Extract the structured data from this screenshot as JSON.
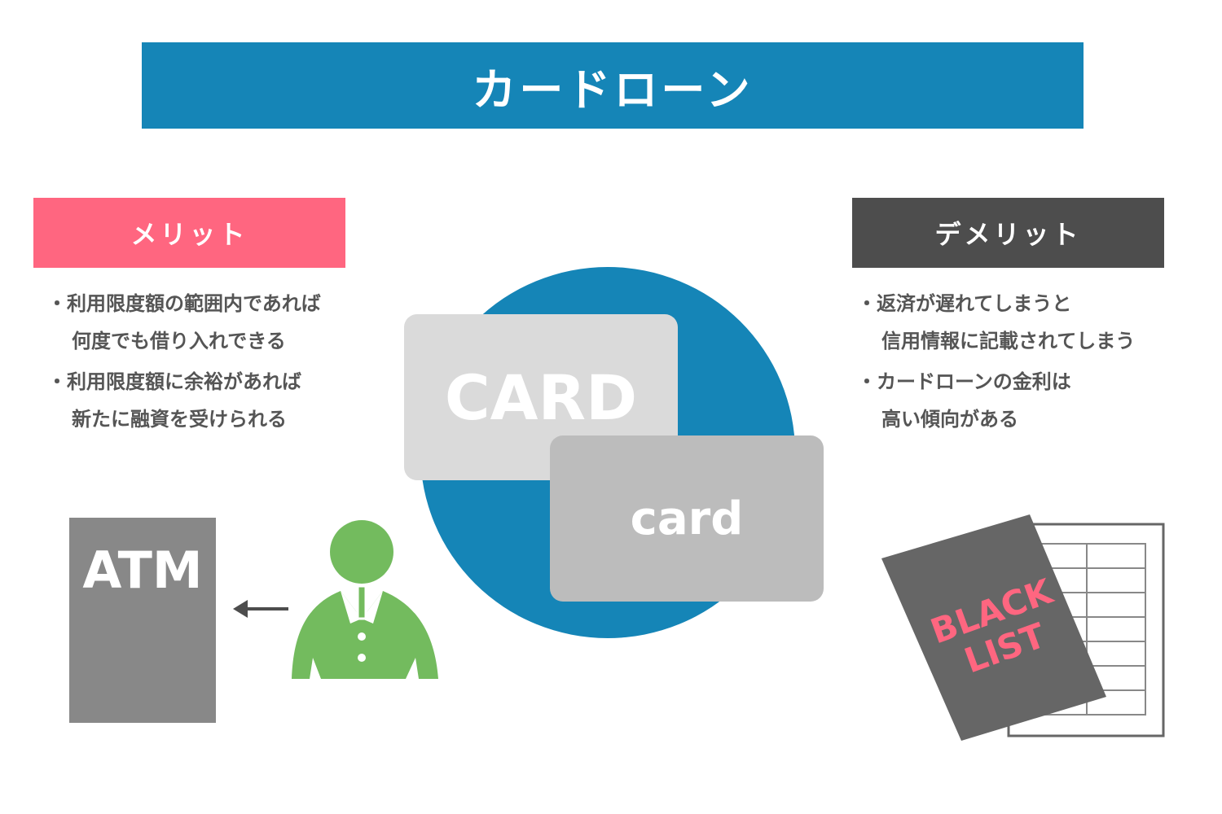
{
  "title": "カードローン",
  "merit": {
    "label": "メリット",
    "items": [
      {
        "line1": "・利用限度額の範囲内であれば",
        "line2": "何度でも借り入れできる"
      },
      {
        "line1": "・利用限度額に余裕があれば",
        "line2": "新たに融資を受けられる"
      }
    ]
  },
  "demerit": {
    "label": "デメリット",
    "items": [
      {
        "line1": "・返済が遅れてしまうと",
        "line2": "信用情報に記載されてしまう"
      },
      {
        "line1": "・カードローンの金利は",
        "line2": "高い傾向がある"
      }
    ]
  },
  "cards": {
    "big": "CARD",
    "small": "card"
  },
  "atm": "ATM",
  "blacklist": {
    "line1": "BLACK",
    "line2": "LIST"
  },
  "colors": {
    "banner": "#1585b7",
    "merit": "#ff6680",
    "demerit": "#4d4d4d",
    "person": "#73bb5e",
    "blacklist_text": "#ff6680"
  }
}
